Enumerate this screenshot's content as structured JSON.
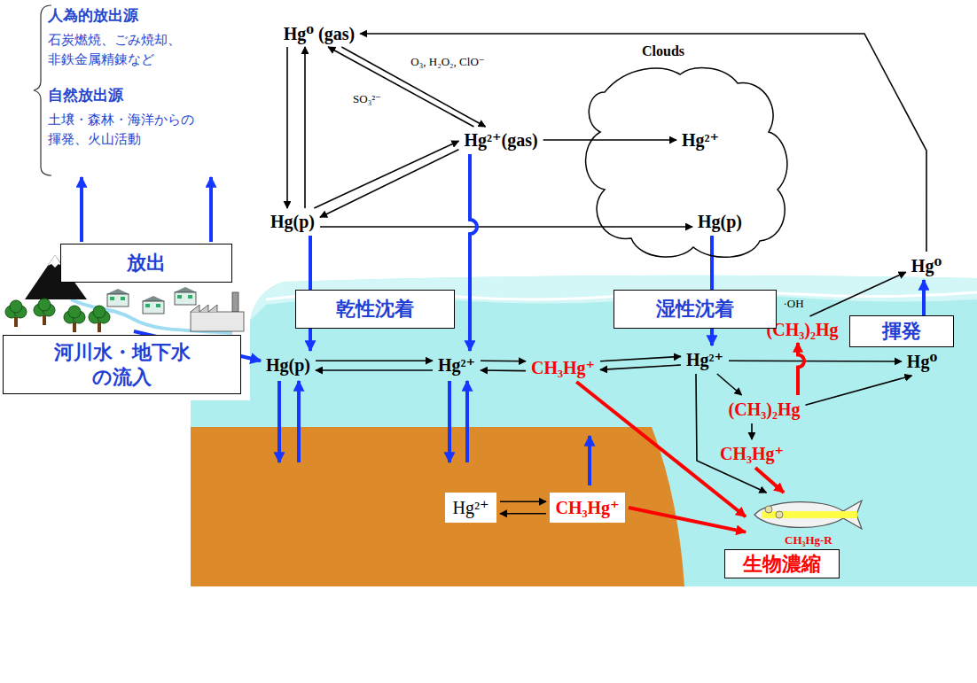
{
  "diagram": {
    "nodes": [
      {
        "text": [
          "Hg⁰ (gas)"
        ]
      },
      {
        "text": [
          "Hg²⁺(gas)"
        ]
      },
      {
        "text": [
          "Hg(p)"
        ]
      },
      {
        "text": [
          "Clouds"
        ]
      },
      {
        "text": [
          "Hg²⁺"
        ],
        "in": 3
      },
      {
        "text": [
          "Hg(p)"
        ],
        "in": 3
      },
      {
        "text": [
          "Hg⁰"
        ]
      },
      {
        "text": [
          "(CH₃)₂Hg"
        ]
      },
      {
        "text": [
          "放出"
        ]
      },
      {
        "text": [
          "乾性沈着"
        ]
      },
      {
        "text": [
          "湿性沈着"
        ]
      },
      {
        "text": [
          "揮発"
        ]
      },
      {
        "text": [
          "河川水・地下水の流入"
        ]
      },
      {
        "text": [
          "Hg(p)"
        ]
      },
      {
        "text": [
          "Hg²⁺"
        ]
      },
      {
        "text": [
          "CH₃Hg⁺"
        ]
      },
      {
        "text": [
          "Hg²⁺"
        ]
      },
      {
        "text": [
          "Hg⁰"
        ]
      },
      {
        "text": [
          "(CH₃)₂Hg"
        ]
      },
      {
        "text": [
          "CH₃Hg⁺"
        ]
      },
      {
        "text": [
          "CH₃Hg-R"
        ]
      },
      {
        "text": [
          "生物濃縮"
        ]
      },
      {
        "text": [
          "Hg²⁺"
        ]
      },
      {
        "text": [
          "CH₃Hg⁺"
        ]
      }
    ],
    "edges": [
      {
        "from": 0,
        "to": 1,
        "arrow": "to",
        "label": "O₃, H₂O₂, ClO⁻"
      },
      {
        "from": 1,
        "to": 0,
        "arrow": "to",
        "label": "SO₃²⁻"
      },
      {
        "from": 0,
        "to": 2,
        "arrow": "to"
      },
      {
        "from": 2,
        "to": 0,
        "arrow": "to"
      },
      {
        "from": 1,
        "to": 2,
        "arrow": "to"
      },
      {
        "from": 2,
        "to": 1,
        "arrow": "to"
      },
      {
        "from": 1,
        "to": 4,
        "arrow": "to"
      },
      {
        "from": 2,
        "to": 5,
        "arrow": "to"
      },
      {
        "from": 6,
        "to": 0,
        "arrow": "to"
      },
      {
        "from": 7,
        "to": 6,
        "arrow": "to",
        "label": "·OH"
      },
      {
        "from": 2,
        "to": 13,
        "arrow": "to"
      },
      {
        "from": 1,
        "to": 14,
        "arrow": "to"
      },
      {
        "from": 5,
        "to": 16,
        "arrow": "to"
      },
      {
        "from": 17,
        "to": 6,
        "arrow": "to"
      },
      {
        "from": 12,
        "to": 13,
        "arrow": "to"
      },
      {
        "from": 13,
        "to": 14,
        "arrow": "to"
      },
      {
        "from": 14,
        "to": 13,
        "arrow": "to"
      },
      {
        "from": 14,
        "to": 15,
        "arrow": "to"
      },
      {
        "from": 15,
        "to": 14,
        "arrow": "to"
      },
      {
        "from": 15,
        "to": 16,
        "arrow": "to"
      },
      {
        "from": 16,
        "to": 15,
        "arrow": "to"
      },
      {
        "from": 16,
        "to": 17,
        "arrow": "to"
      },
      {
        "from": 16,
        "to": 18,
        "arrow": "to"
      },
      {
        "from": 18,
        "to": 17,
        "arrow": "to"
      },
      {
        "from": 18,
        "to": 19,
        "arrow": "to"
      },
      {
        "from": 18,
        "to": 7,
        "arrow": "to"
      },
      {
        "from": 16,
        "to": 20,
        "arrow": "to"
      },
      {
        "from": 19,
        "to": 20,
        "arrow": "to"
      },
      {
        "from": 15,
        "to": 20,
        "arrow": "to"
      },
      {
        "from": 23,
        "to": 20,
        "arrow": "to"
      },
      {
        "from": 22,
        "to": 23,
        "arrow": "to"
      },
      {
        "from": 23,
        "to": 22,
        "arrow": "to"
      }
    ],
    "labels": [
      "人為的放出源",
      "石炭燃焼、ごみ焼却、非鉄金属精錬など",
      "自然放出源",
      "土壌・森林・海洋からの揮発、火山活動"
    ]
  }
}
